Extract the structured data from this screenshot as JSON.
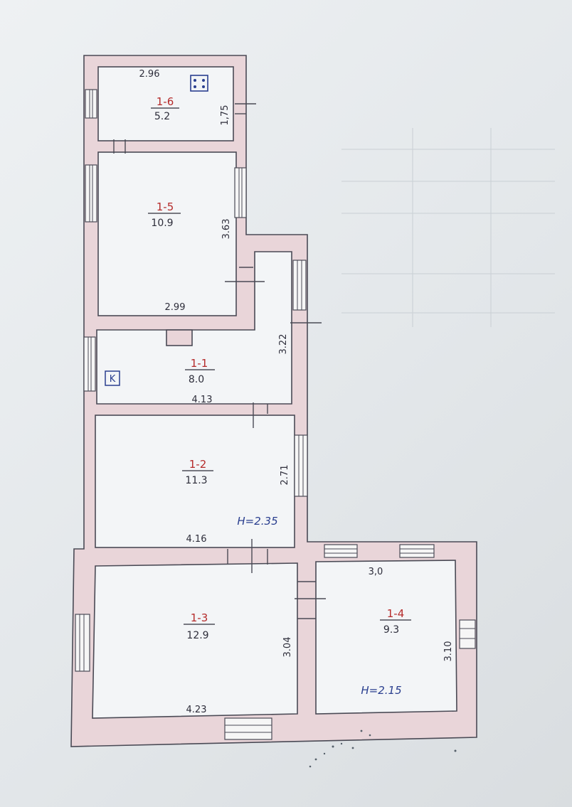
{
  "rooms": [
    {
      "id": "1-6",
      "area": "5.2"
    },
    {
      "id": "1-5",
      "area": "10.9"
    },
    {
      "id": "1-1",
      "area": "8.0"
    },
    {
      "id": "1-2",
      "area": "11.3"
    },
    {
      "id": "1-3",
      "area": "12.9"
    },
    {
      "id": "1-4",
      "area": "9.3"
    }
  ],
  "dimensions": {
    "r16_width": "2.96",
    "r16_depth": "1,75",
    "r15_depth": "3.63",
    "r15_width": "2.99",
    "r11_depth": "3.22",
    "r11_width": "4.13",
    "r12_depth": "2.71",
    "r12_width": "4.16",
    "r13_depth": "3.04",
    "r13_width": "4.23",
    "r14_width": "3,0",
    "r14_depth": "3.10"
  },
  "heights": {
    "main": "H=2.35",
    "annex": "H=2.15"
  },
  "symbols": {
    "kitchen": "K",
    "stove_icon": "stove-icon"
  }
}
